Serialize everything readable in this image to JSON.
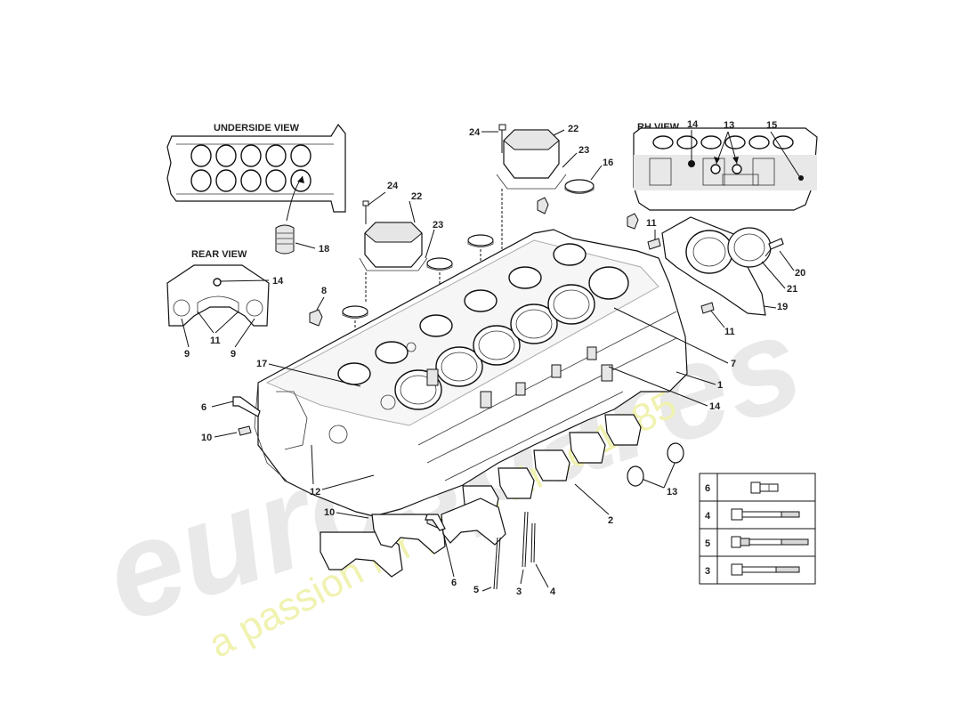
{
  "watermark": {
    "brand": "eurospares",
    "tagline": "a passion for parts since 1985"
  },
  "views": {
    "underside": "UNDERSIDE VIEW",
    "rear": "REAR VIEW",
    "rh": "RH VIEW"
  },
  "callouts": {
    "c24a": "24",
    "c22a": "22",
    "c23a": "23",
    "c18": "18",
    "c14a": "14",
    "c11a": "11",
    "c9a": "9",
    "c9b": "9",
    "c8": "8",
    "c17": "17",
    "c6a": "6",
    "c10a": "10",
    "c12": "12",
    "c10b": "10",
    "c6b": "6",
    "c5": "5",
    "c3": "3",
    "c4": "4",
    "c2": "2",
    "c13a": "13",
    "c14b": "14",
    "c1": "1",
    "c7": "7",
    "c11b": "11",
    "c19": "19",
    "c21": "21",
    "c20": "20",
    "c11c": "11",
    "c16": "16",
    "c23b": "23",
    "c22b": "22",
    "c24b": "24",
    "c14c": "14",
    "c13b": "13",
    "c15": "15"
  },
  "bolt_table": {
    "rows": [
      {
        "num": "6"
      },
      {
        "num": "4"
      },
      {
        "num": "5"
      },
      {
        "num": "3"
      }
    ]
  }
}
